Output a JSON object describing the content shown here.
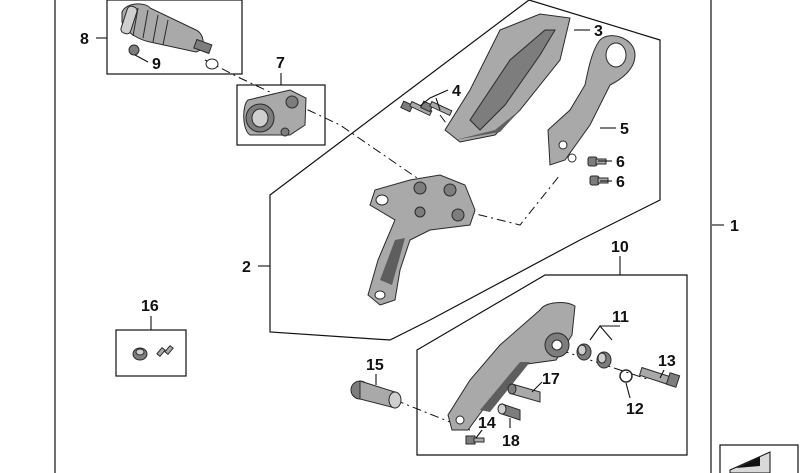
{
  "callouts": {
    "c1": "1",
    "c2": "2",
    "c3": "3",
    "c4": "4",
    "c5": "5",
    "c6a": "6",
    "c6b": "6",
    "c7": "7",
    "c8": "8",
    "c9": "9",
    "c10": "10",
    "c11": "11",
    "c12": "12",
    "c13": "13",
    "c14": "14",
    "c15": "15",
    "c16": "16",
    "c17": "17",
    "c18": "18"
  },
  "colors": {
    "outline": "#111111",
    "part_fill": "#a9a9a9",
    "part_dark": "#7d7d7d",
    "background": "#ffffff"
  }
}
